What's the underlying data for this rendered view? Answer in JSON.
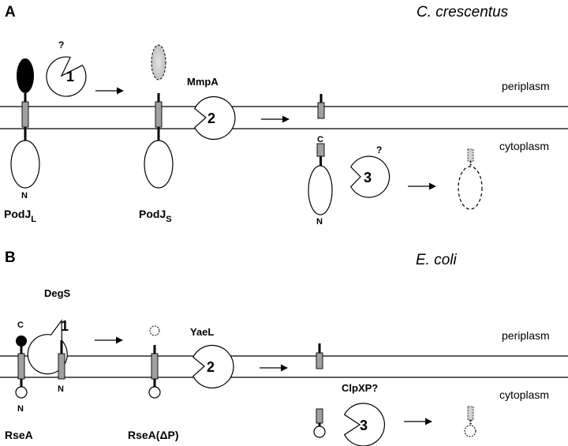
{
  "panel_a": {
    "label": "A",
    "organism": "C. crescentus",
    "compartment_top": "periplasm",
    "compartment_bottom": "cytoplasm",
    "protein_full": {
      "base": "PodJ",
      "sub": "L"
    },
    "protein_short": {
      "base": "PodJ",
      "sub": "S"
    },
    "protease_1_number": "1",
    "protease_1_query": "?",
    "protease_2_name": "MmpA",
    "protease_2_number": "2",
    "protease_3_number": "3",
    "protease_3_query": "?",
    "c_terminus": "C",
    "n_terminus": "N"
  },
  "panel_b": {
    "label": "B",
    "organism": "E. coli",
    "compartment_top": "periplasm",
    "compartment_bottom": "cytoplasm",
    "protein_full": "RseA",
    "protein_short": "RseA(ΔP)",
    "protease_1_name": "DegS",
    "protease_1_number": "1",
    "protease_2_name": "YaeL",
    "protease_2_number": "2",
    "protease_3_name": "ClpXP?",
    "protease_3_number": "3",
    "c_terminus": "C",
    "n_terminus": "N"
  }
}
